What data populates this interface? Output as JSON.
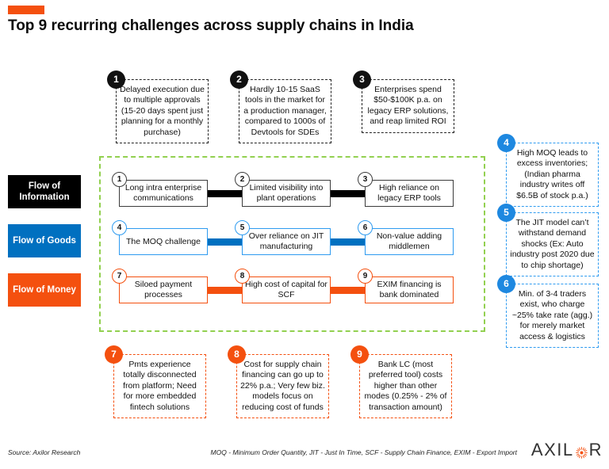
{
  "header": {
    "title": "Top 9 recurring challenges across supply chains in India"
  },
  "top_callouts": [
    {
      "num": "1",
      "text": "Delayed execution due to multiple approvals (15-20 days spent just planning for a monthly purchase)"
    },
    {
      "num": "2",
      "text": "Hardly 10-15 SaaS tools in the market for a production manager, compared to 1000s of Devtools for SDEs"
    },
    {
      "num": "3",
      "text": "Enterprises spend $50-$100K p.a. on legacy ERP solutions, and reap limited ROI"
    }
  ],
  "flow_rows": [
    {
      "label": "Flow of Information",
      "color": "#000000",
      "items": [
        {
          "num": "1",
          "text": "Long intra enterprise communications"
        },
        {
          "num": "2",
          "text": "Limited visibility into plant operations"
        },
        {
          "num": "3",
          "text": "High reliance on legacy ERP tools"
        }
      ]
    },
    {
      "label": "Flow of Goods",
      "color": "#0070C0",
      "items": [
        {
          "num": "4",
          "text": "The MOQ challenge"
        },
        {
          "num": "5",
          "text": "Over reliance on JIT manufacturing"
        },
        {
          "num": "6",
          "text": "Non-value adding middlemen"
        }
      ]
    },
    {
      "label": "Flow of Money",
      "color": "#F4500F",
      "items": [
        {
          "num": "7",
          "text": "Siloed payment processes"
        },
        {
          "num": "8",
          "text": "High cost of capital for SCF"
        },
        {
          "num": "9",
          "text": "EXIM financing is bank dominated"
        }
      ]
    }
  ],
  "right_callouts": [
    {
      "num": "4",
      "text": "High MOQ leads to excess inventories; (Indian pharma industry writes off $6.5B of stock p.a.)"
    },
    {
      "num": "5",
      "text": "The JIT model can’t withstand demand shocks (Ex: Auto industry post 2020 due to chip shortage)"
    },
    {
      "num": "6",
      "text": "Min. of 3-4 traders exist, who charge ~25% take rate (agg.) for merely market access & logistics"
    }
  ],
  "bottom_callouts": [
    {
      "num": "7",
      "text": "Pmts experience totally disconnected from platform; Need for more embedded fintech solutions"
    },
    {
      "num": "8",
      "text": "Cost for supply chain financing can go up to 22% p.a.; Very few biz. models focus on reducing cost of funds"
    },
    {
      "num": "9",
      "text": "Bank LC (most preferred tool) costs higher than other modes (0.25% - 2% of transaction amount)"
    }
  ],
  "footer": {
    "source": "Source: Axilor Research",
    "legend": "MOQ - Minimum Order Quantity, JIT - Just In Time, SCF - Supply Chain Finance, EXIM - Export Import",
    "logo_left": "AXIL",
    "logo_right": "R"
  },
  "colors": {
    "accent_orange": "#F4500F",
    "goods_blue": "#0070C0",
    "light_blue_border": "#2E9BF0",
    "badge_blue": "#1E88E0",
    "container_green": "#92D050",
    "information_black": "#000000"
  }
}
